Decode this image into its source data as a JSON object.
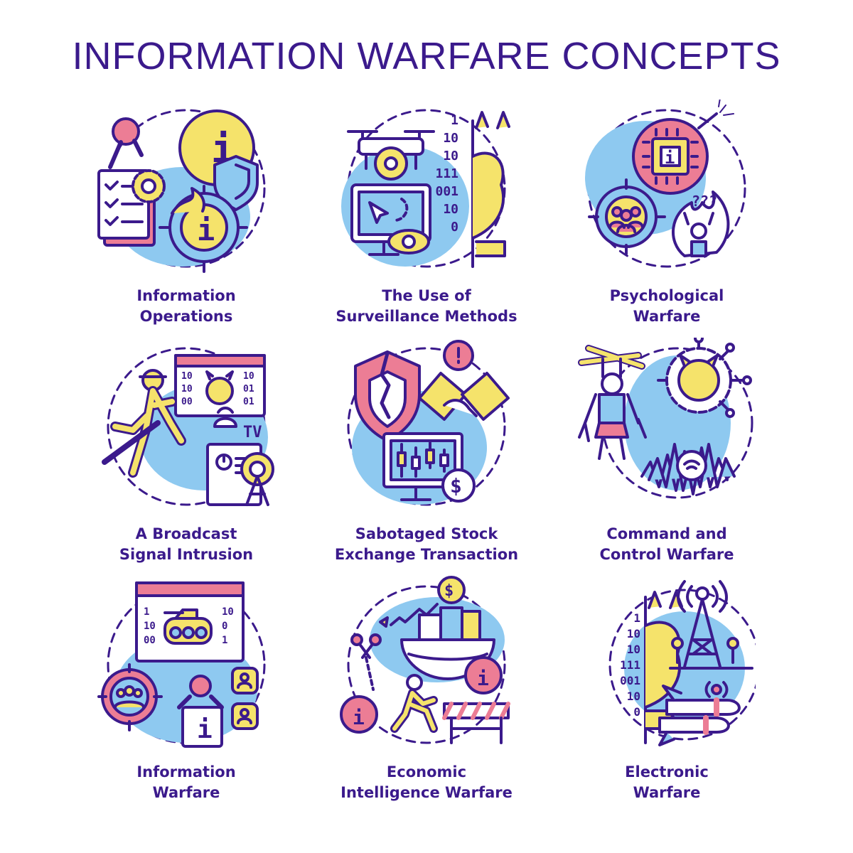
{
  "title": "INFORMATION WARFARE CONCEPTS",
  "colors": {
    "outline": "#3b1a8c",
    "blue": "#8ec9f0",
    "yellow": "#f5e36b",
    "pink": "#ec7d95",
    "text": "#3b1a8c"
  },
  "concepts": [
    {
      "line1": "Information",
      "line2": "Operations",
      "icon": "information-operations-icon"
    },
    {
      "line1": "The Use of",
      "line2": "Surveillance Methods",
      "icon": "surveillance-icon",
      "binary": [
        "1",
        "10",
        "10",
        "111",
        "001",
        "10",
        "0"
      ]
    },
    {
      "line1": "Psychological",
      "line2": "Warfare",
      "icon": "psychological-warfare-icon",
      "marks": "???"
    },
    {
      "line1": "A Broadcast",
      "line2": "Signal Intrusion",
      "icon": "broadcast-intrusion-icon",
      "screen_text": "TV",
      "binary_left": [
        "10",
        "10",
        "00"
      ],
      "binary_right": [
        "10",
        "01",
        "01"
      ]
    },
    {
      "line1": "Sabotaged Stock",
      "line2": "Exchange Transaction",
      "icon": "stock-sabotage-icon"
    },
    {
      "line1": "Command and",
      "line2": "Control Warfare",
      "icon": "command-control-icon"
    },
    {
      "line1": "Information",
      "line2": "Warfare",
      "icon": "information-warfare-icon",
      "binary_left": [
        "1",
        "10",
        "00"
      ],
      "binary_right": [
        "10",
        "0",
        "1"
      ]
    },
    {
      "line1": "Economic",
      "line2": "Intelligence Warfare",
      "icon": "economic-intelligence-icon"
    },
    {
      "line1": "Electronic",
      "line2": "Warfare",
      "icon": "electronic-warfare-icon",
      "binary": [
        "1",
        "10",
        "10",
        "111",
        "001",
        "10",
        "0"
      ]
    }
  ]
}
